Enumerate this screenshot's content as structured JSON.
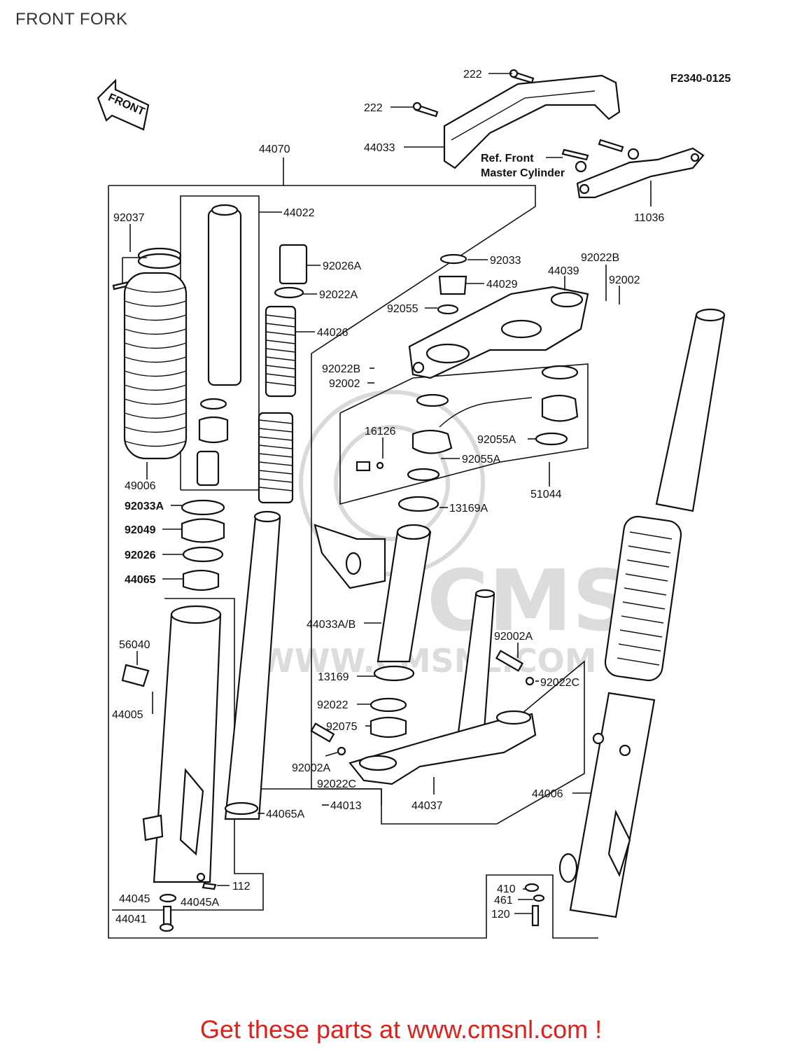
{
  "header": {
    "title": "FRONT FORK"
  },
  "diagram": {
    "code": "F2340-0125",
    "direction_arrow_text": "FRONT",
    "ref_note_line1": "Ref. Front",
    "ref_note_line2": "Master Cylinder",
    "watermark_text": "WWW.CMSNL.COM",
    "watermark_logo": "CMS",
    "labels": {
      "p222a": "222",
      "p222b": "222",
      "p44033": "44033",
      "p11036": "11036",
      "p44070": "44070",
      "p44022": "44022",
      "p92037": "92037",
      "p92026a": "92026A",
      "p92022a": "92022A",
      "p44026": "44026",
      "p92033": "92033",
      "p44029": "44029",
      "p92055": "92055",
      "p44039": "44039",
      "p92022b_top": "92022B",
      "p92002_top": "92002",
      "p92022b_left": "92022B",
      "p92002_left": "92002",
      "p16126": "16126",
      "p92055a_right": "92055A",
      "p92055a_mid": "92055A",
      "p51044": "51044",
      "p13169a": "13169A",
      "p49006": "49006",
      "p92033a": "92033A",
      "p92049": "92049",
      "p92026": "92026",
      "p44065": "44065",
      "p56040": "56040",
      "p44005": "44005",
      "p44033ab": "44033A/B",
      "p92002a_right": "92002A",
      "p92022c_right": "92022C",
      "p13169": "13169",
      "p92022": "92022",
      "p92075": "92075",
      "p92002a_left": "92002A",
      "p92022c_left": "92022C",
      "p44037": "44037",
      "p44006": "44006",
      "p44065a": "44065A",
      "p44013": "44013",
      "p112": "112",
      "p44045": "44045",
      "p44045a": "44045A",
      "p44041": "44041",
      "p410": "410",
      "p461": "461",
      "p120": "120"
    }
  },
  "footer": {
    "promo": "Get these parts at www.cmsnl.com !",
    "color": "#e0201b"
  }
}
